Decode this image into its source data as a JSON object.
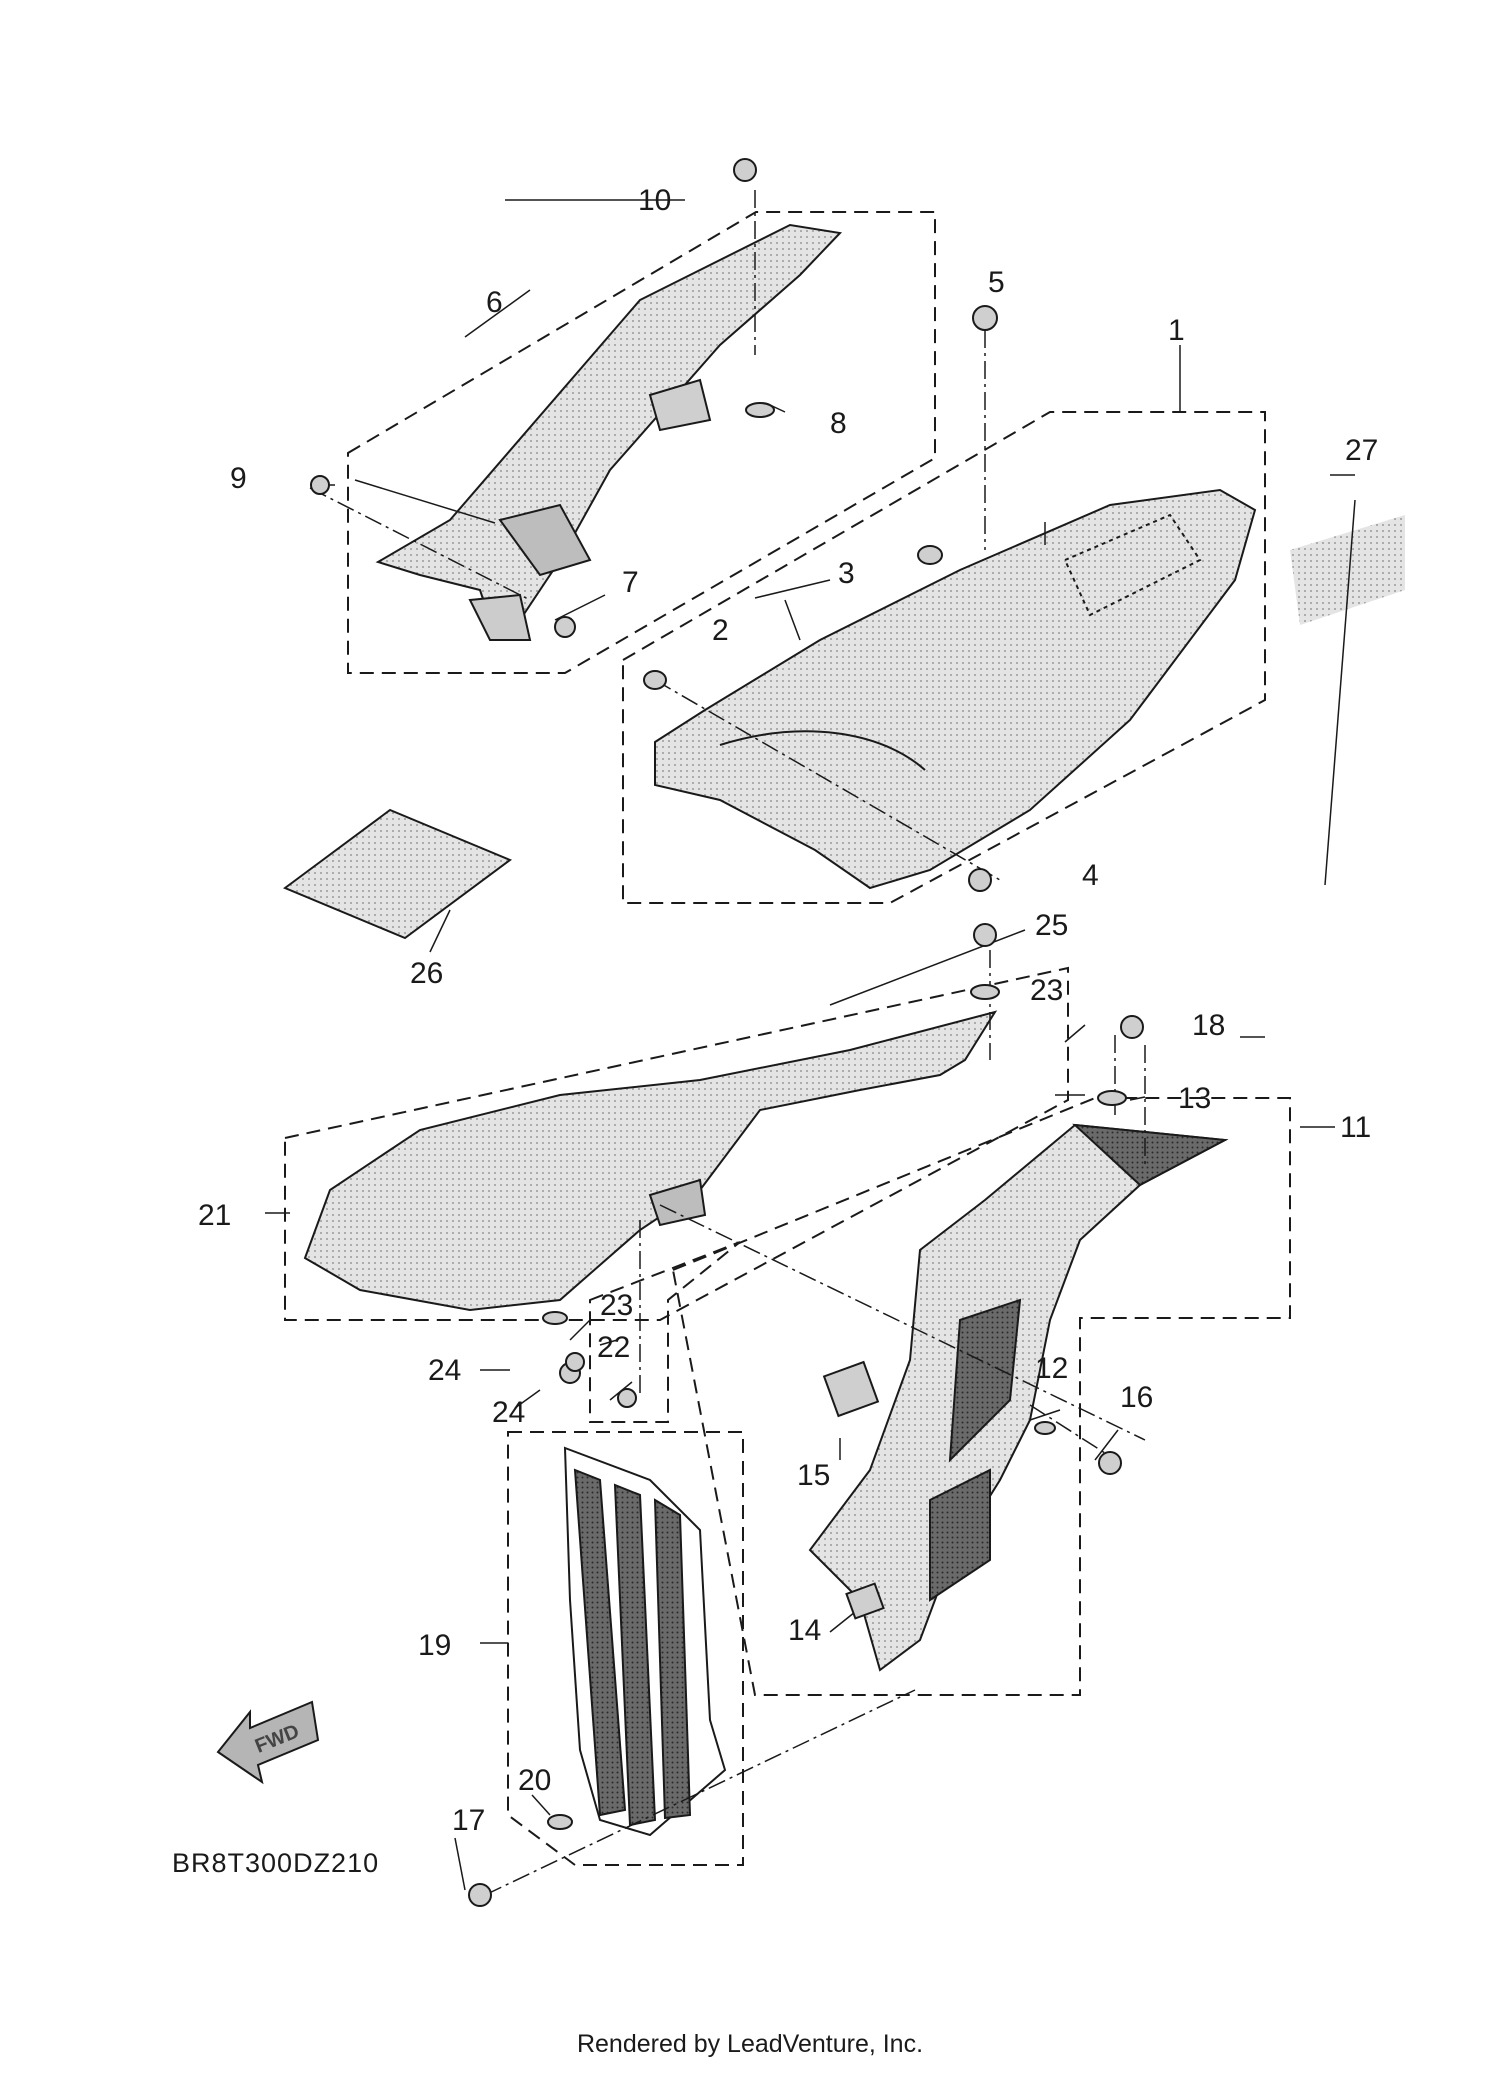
{
  "diagram": {
    "code": "BR8T300DZ210",
    "credit": "Rendered by LeadVenture, Inc.",
    "direction_marker": "FWD",
    "colors": {
      "line": "#1a1a1a",
      "part_fill": "#d9d9d9",
      "part_dark": "#555555",
      "sticker": "#bdbdbd"
    },
    "callouts": [
      "1",
      "2",
      "3",
      "4",
      "5",
      "6",
      "7",
      "8",
      "9",
      "10",
      "11",
      "12",
      "13",
      "14",
      "15",
      "16",
      "17",
      "18",
      "19",
      "20",
      "21",
      "22",
      "23",
      "23",
      "24",
      "24",
      "25",
      "26",
      "27"
    ]
  }
}
